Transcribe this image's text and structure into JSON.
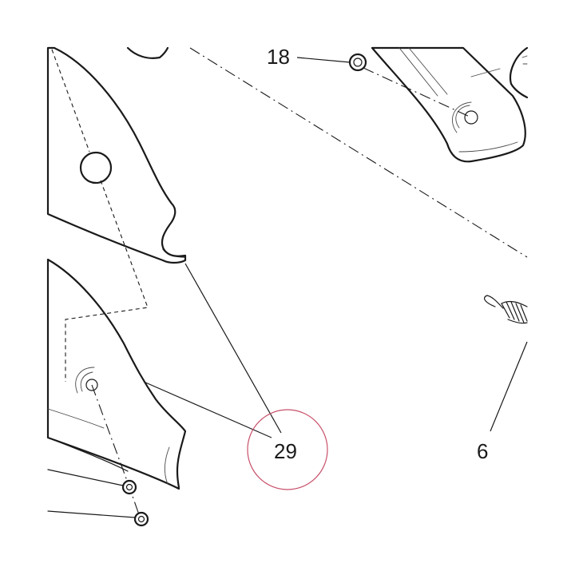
{
  "callouts": {
    "c18": "18",
    "c29": "29",
    "c6": "6"
  },
  "colors": {
    "ink": "#1a1a1a",
    "highlight_circle": "#c8506a",
    "background": "#ffffff"
  }
}
